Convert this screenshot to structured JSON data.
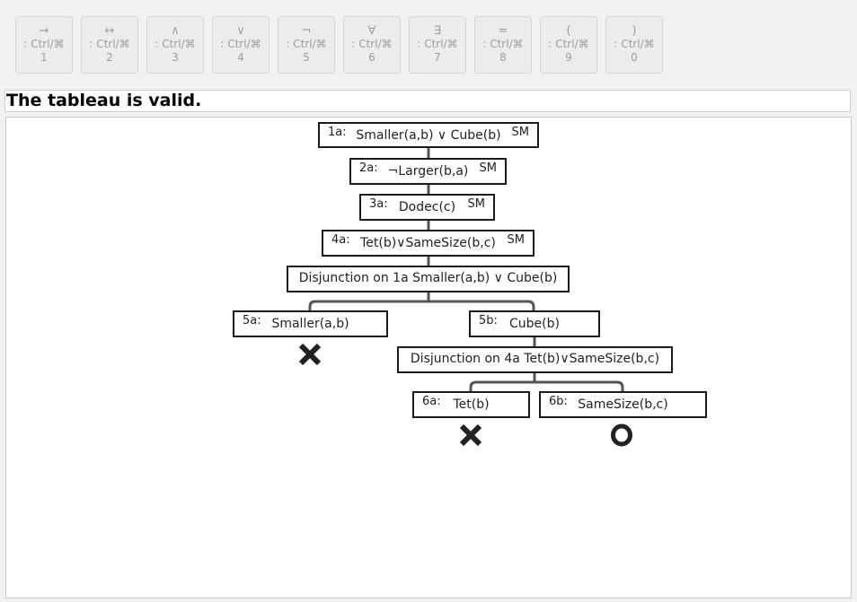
{
  "toolbar": {
    "buttons": [
      {
        "glyph": "→",
        "shortcut": ": Ctrl/⌘",
        "key": "1"
      },
      {
        "glyph": "↔",
        "shortcut": ": Ctrl/⌘",
        "key": "2"
      },
      {
        "glyph": "∧",
        "shortcut": ": Ctrl/⌘",
        "key": "3"
      },
      {
        "glyph": "∨",
        "shortcut": ": Ctrl/⌘",
        "key": "4"
      },
      {
        "glyph": "¬",
        "shortcut": ": Ctrl/⌘",
        "key": "5"
      },
      {
        "glyph": "∀",
        "shortcut": ": Ctrl/⌘",
        "key": "6"
      },
      {
        "glyph": "∃",
        "shortcut": ": Ctrl/⌘",
        "key": "7"
      },
      {
        "glyph": "=",
        "shortcut": ": Ctrl/⌘",
        "key": "8"
      },
      {
        "glyph": "(",
        "shortcut": ": Ctrl/⌘",
        "key": "9"
      },
      {
        "glyph": ")",
        "shortcut": ": Ctrl/⌘",
        "key": "0"
      }
    ]
  },
  "status": "The tableau is valid.",
  "tableau": {
    "n1a": {
      "label": "1a:",
      "formula": "Smaller(a,b) ∨ Cube(b)",
      "tag": "SM"
    },
    "n2a": {
      "label": "2a:",
      "formula": "¬Larger(b,a)",
      "tag": "SM"
    },
    "n3a": {
      "label": "3a:",
      "formula": "Dodec(c)",
      "tag": "SM"
    },
    "n4a": {
      "label": "4a:",
      "formula": "Tet(b)∨SameSize(b,c)",
      "tag": "SM"
    },
    "rule1": "Disjunction on 1a Smaller(a,b) ∨ Cube(b)",
    "n5a": {
      "label": "5a:",
      "formula": "Smaller(a,b)",
      "status": "closed"
    },
    "n5b": {
      "label": "5b:",
      "formula": "Cube(b)"
    },
    "rule2": "Disjunction on 4a Tet(b)∨SameSize(b,c)",
    "n6a": {
      "label": "6a:",
      "formula": "Tet(b)",
      "status": "closed"
    },
    "n6b": {
      "label": "6b:",
      "formula": "SameSize(b,c)",
      "status": "open"
    },
    "closed_icon": "cross-icon",
    "open_icon": "circle-o-icon"
  }
}
